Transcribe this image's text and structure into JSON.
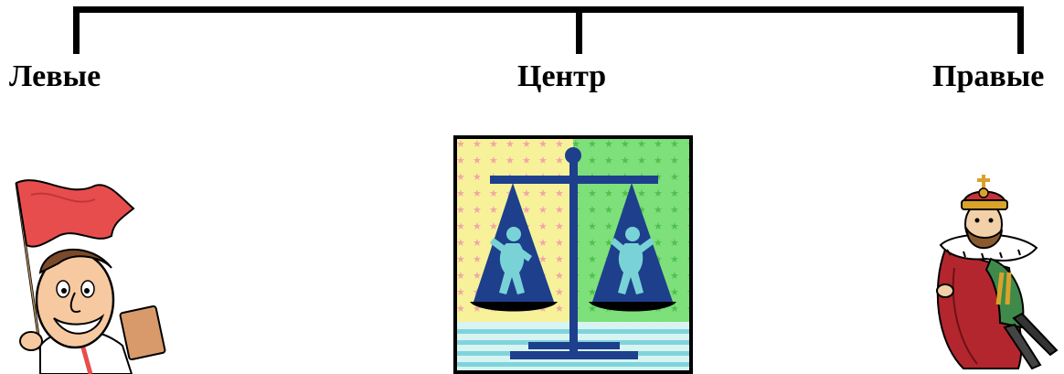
{
  "spectrum": {
    "left_label": "Левые",
    "center_label": "Центр",
    "right_label": "Правые"
  },
  "colors": {
    "line": "#000000",
    "scale_blue": "#1e3f8c",
    "scale_left_bg": "#f7f29a",
    "scale_right_bg": "#7de07a",
    "figure_cyan": "#79d3d6",
    "flag_red": "#e84d4d"
  },
  "images": {
    "left": "politician-with-red-flag",
    "center": "balance-scales",
    "right": "king-with-crown"
  }
}
